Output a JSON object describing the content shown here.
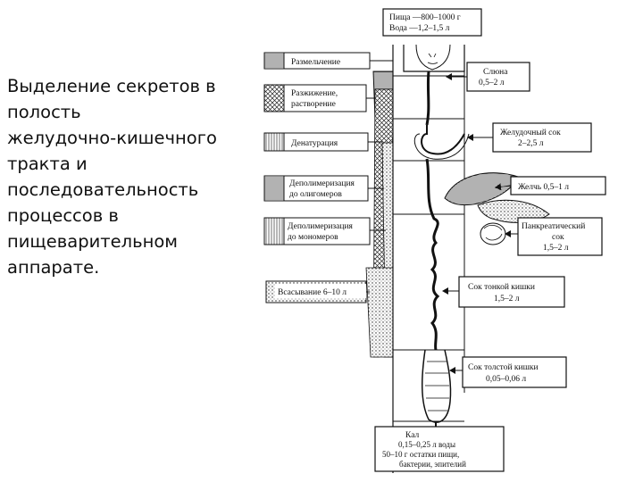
{
  "slide": {
    "title_lines": [
      "Выделение секретов в",
      "полость",
      "желудочно-кишечного",
      "тракта и",
      "последовательность",
      "процессов в",
      "пищеварительном",
      "аппарате."
    ]
  },
  "diagram": {
    "intake": {
      "line1": "Пища —800–1000 г",
      "line2": "Вода —1,2–1,5 л"
    },
    "processes": [
      {
        "line1": "Размельчение",
        "line2": ""
      },
      {
        "line1": "Разжижение,",
        "line2": "растворение"
      },
      {
        "line1": "Денатурация",
        "line2": ""
      },
      {
        "line1": "Деполимеризация",
        "line2": "до олигомеров"
      },
      {
        "line1": "Деполимеризация",
        "line2": "до мономеров"
      },
      {
        "line1": "Всасывание 6–10 л",
        "line2": ""
      }
    ],
    "secretions": [
      {
        "line1": "Слюна",
        "line2": "0,5–2 л"
      },
      {
        "line1": "Желудочный сок",
        "line2": "2–2,5 л"
      },
      {
        "line1": "Желчь 0,5–1 л",
        "line2": ""
      },
      {
        "line1": "Панкреатический",
        "line2": "сок",
        "line3": "1,5–2 л"
      },
      {
        "line1": "Сок тонкой кишки",
        "line2": "1,5–2 л"
      },
      {
        "line1": "Сок толстой кишки",
        "line2": "0,05–0,06 л"
      }
    ],
    "output": {
      "line1": "Кал",
      "line2": "0,15–0,25 л воды",
      "line3": "50–10 г остатки пищи,",
      "line4": "бактерии, эпителий"
    }
  }
}
